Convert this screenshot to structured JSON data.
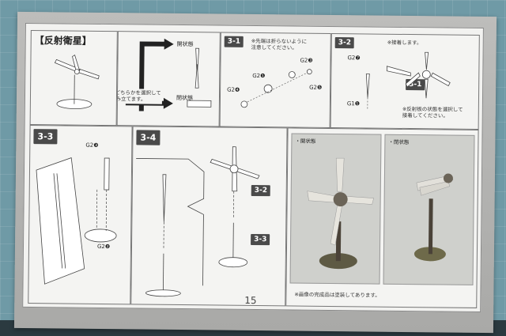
{
  "section_title": "【反射衛星】",
  "intro": {
    "select_note": "※どちらかを選択して\n組み立てます。",
    "open_label": "開状態",
    "closed_label": "閉状態"
  },
  "step_3_1": {
    "badge": "3-1",
    "note": "※先端は折らないように\n注意してください。",
    "parts": [
      "G2❸",
      "G2❹",
      "G2❶",
      "G2❺"
    ]
  },
  "step_3_2": {
    "badge": "3-2",
    "note": "※接着します。",
    "parts": [
      "G2❼",
      "G1❶"
    ],
    "ref_badge": "3-1",
    "select_note": "※反射板の状態を選択して\n接着してください。"
  },
  "step_3_3": {
    "badge": "3-3",
    "parts": [
      "G2❸",
      "G2❷"
    ]
  },
  "step_3_4": {
    "badge": "3-4",
    "ref_badges": [
      "3-2",
      "3-3"
    ]
  },
  "photos": {
    "open_label": "・開状態",
    "closed_label": "・閉状態",
    "caption": "※画像の完成品は塗装してあります。"
  },
  "page_number": "15"
}
